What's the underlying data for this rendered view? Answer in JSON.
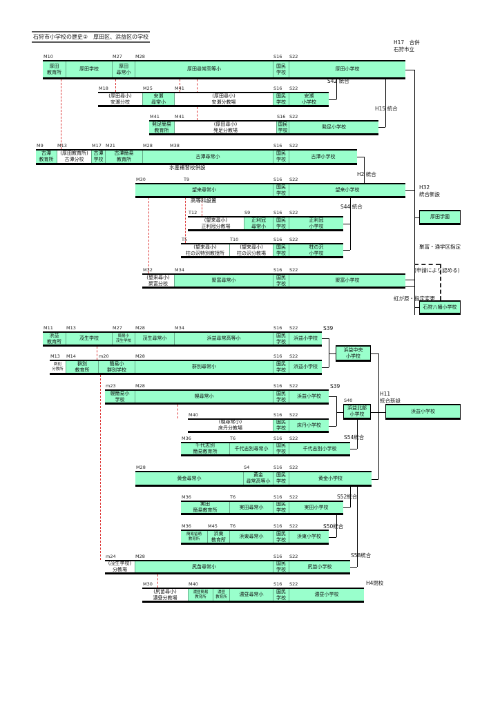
{
  "title": "石狩市小学校の歴史②　厚田区、浜益区の学校",
  "colors": {
    "fill": "#99FFCC",
    "line": "#000000",
    "branch_line": "#DD3333"
  },
  "rows": [
    {
      "id": "u1",
      "segs": [
        {
          "t": "厚田\n教育所",
          "e": "M10"
        },
        {
          "t": "厚田学校"
        },
        {
          "t": "厚田\n尋常小",
          "e": "M27"
        },
        {
          "t": "厚田尋常高等小",
          "e": "M28"
        },
        {
          "t": "国民\n学校",
          "e": "S16"
        },
        {
          "t": "厚田小学校",
          "e": "S22"
        }
      ]
    },
    {
      "id": "u2",
      "segs": [
        {
          "t": "(厚田尋小)\n安瀬分校",
          "e": "M18",
          "w": true
        },
        {
          "t": "安瀬\n尋常小",
          "e": "M25"
        },
        {
          "t": "(厚田尋小)\n安瀬分教場",
          "e": "M41",
          "w": true
        },
        {
          "t": "国民\n学校",
          "e": "S16"
        },
        {
          "t": "安瀬\n小学校",
          "e": "S22"
        }
      ]
    },
    {
      "id": "u3",
      "segs": [
        {
          "t": "発足簡易\n教育所",
          "e": "M41"
        },
        {
          "t": "(厚田尋小)\n発足分教場",
          "e": "M41",
          "w": true
        },
        {
          "t": "国民\n学校",
          "e": "S16"
        },
        {
          "t": "発足小学校",
          "e": "S22"
        }
      ]
    },
    {
      "id": "u4",
      "segs": [
        {
          "t": "古潭\n教育所",
          "e": "M9"
        },
        {
          "t": "(厚田教育所)\n古潭分校",
          "e": "M13",
          "w": true
        },
        {
          "t": "古潭\n学校",
          "e": "M17"
        },
        {
          "t": "古潭簡易\n教育所",
          "e": "M21"
        },
        {
          "t": "古潭尋常小",
          "e": "M28"
        },
        {
          "t": "国民\n学校",
          "e": "S16"
        },
        {
          "t": "古潭小学校",
          "e": "S22"
        }
      ],
      "tags": [
        "M38"
      ]
    },
    {
      "id": "u5",
      "segs": [
        {
          "t": "望来尋常小",
          "e": "M30"
        },
        {
          "t": "国民\n学校",
          "e": "S16"
        },
        {
          "t": "望来小学校",
          "e": "S22"
        }
      ],
      "tags": [
        "T9"
      ]
    },
    {
      "id": "u6",
      "segs": [
        {
          "t": "(望来尋小)\n正利冠分教場",
          "e": "T12",
          "w": true
        },
        {
          "t": "正利冠\n尋常小",
          "e": "S9"
        },
        {
          "t": "国民\n学校",
          "e": "S16"
        },
        {
          "t": "正利冠\n小学校",
          "e": "S22"
        }
      ]
    },
    {
      "id": "u7",
      "segs": [
        {
          "t": "(望来尋小)\n柱の沢特別教授所",
          "e": "T5",
          "w": true
        },
        {
          "t": "(望来尋小)\n柱の沢分教場",
          "e": "T10",
          "w": true
        },
        {
          "t": "国民\n学校",
          "e": "S16"
        },
        {
          "t": "柱の沢\n小学校",
          "e": "S22"
        }
      ]
    },
    {
      "id": "u8",
      "segs": [
        {
          "t": "(望来尋小)\n聚富分校",
          "e": "M32",
          "w": true
        },
        {
          "t": "聚富尋常小",
          "e": "M34"
        },
        {
          "t": "国民\n学校",
          "e": "S16"
        },
        {
          "t": "聚富小学校",
          "e": "S22"
        }
      ]
    },
    {
      "id": "l1",
      "segs": [
        {
          "t": "浜益\n教育所",
          "e": "M11"
        },
        {
          "t": "茂生学校",
          "e": "M13"
        },
        {
          "t": "簡易小\n茂生学校",
          "e": "M27",
          "s": true
        },
        {
          "t": "茂生尋常小",
          "e": "M28"
        },
        {
          "t": "浜益尋常高等小",
          "e": "M34"
        },
        {
          "t": "国民\n学校",
          "e": "S16"
        },
        {
          "t": "浜益小学校",
          "e": "S22"
        }
      ]
    },
    {
      "id": "l2",
      "segs": [
        {
          "t": "群別\n分教所",
          "e": "M13",
          "w": true,
          "s": true
        },
        {
          "t": "群別\n教育所",
          "e": "M14"
        },
        {
          "t": "簡易小\n群別学校",
          "e": "m20"
        },
        {
          "t": "群別尋常小",
          "e": "M28"
        },
        {
          "t": "国民\n学校",
          "e": "S16"
        },
        {
          "t": "浜益小学校",
          "e": "S22"
        }
      ]
    },
    {
      "id": "l3",
      "segs": [
        {
          "t": "幌簡易小\n学校",
          "e": "m23"
        },
        {
          "t": "幌尋常小",
          "e": "M28"
        },
        {
          "t": "国民\n学校",
          "e": "S16"
        },
        {
          "t": "浜益小学校",
          "e": "S22"
        }
      ]
    },
    {
      "id": "l4",
      "segs": [
        {
          "t": "(幌尋常小)\n床丹分教場",
          "e": "M40",
          "w": true
        },
        {
          "t": "国民\n学校",
          "e": "S16"
        },
        {
          "t": "床丹小学校",
          "e": "S22"
        }
      ]
    },
    {
      "id": "l5",
      "segs": [
        {
          "t": "千代志別\n簡易教育所",
          "e": "M36"
        },
        {
          "t": "千代志別尋常小",
          "e": "T6"
        },
        {
          "t": "国民\n学校",
          "e": "S16"
        },
        {
          "t": "千代志別小学校",
          "e": "S22"
        }
      ]
    },
    {
      "id": "l6",
      "segs": [
        {
          "t": "黄金尋常小",
          "e": "M28"
        },
        {
          "t": "黄金\n尋常高等小",
          "e": "S4"
        },
        {
          "t": "国民\n学校",
          "e": "S16"
        },
        {
          "t": "黄金小学校",
          "e": "S22"
        }
      ]
    },
    {
      "id": "l7",
      "segs": [
        {
          "t": "実田\n簡易教育所",
          "e": "M36"
        },
        {
          "t": "実田尋常小",
          "e": "T6"
        },
        {
          "t": "国民\n学校",
          "e": "S16"
        },
        {
          "t": "実田小学校",
          "e": "S22"
        }
      ]
    },
    {
      "id": "l8",
      "segs": [
        {
          "t": "簡易留萌\n教育所",
          "e": "M36",
          "s": true
        },
        {
          "t": "浜東\n教育所",
          "e": "M45"
        },
        {
          "t": "浜東尋常小",
          "e": "T6"
        },
        {
          "t": "国民\n学校",
          "e": "S16"
        },
        {
          "t": "浜東小学校",
          "e": "S22"
        }
      ]
    },
    {
      "id": "l9",
      "segs": [
        {
          "t": "(茂生学校)\n分教場",
          "e": "m24",
          "w": true
        },
        {
          "t": "尻苗尋常小",
          "e": "M28"
        },
        {
          "t": "国民\n学校",
          "e": "S16"
        },
        {
          "t": "尻苗小学校",
          "e": "S22"
        }
      ]
    },
    {
      "id": "l10",
      "segs": [
        {
          "t": "(尻苗尋小)\n濃昼分教場",
          "e": "M30",
          "w": true
        },
        {
          "t": "濃昼簡易\n教育所",
          "e": "M40",
          "s": true
        },
        {
          "t": "濃昼\n教育所",
          "s": true
        },
        {
          "t": "濃昼尋常小"
        },
        {
          "t": "国民\n学校",
          "e": "S16"
        },
        {
          "t": "濃昼小学校",
          "e": "S22"
        }
      ]
    }
  ],
  "boxes": [
    {
      "t": "厚田学園"
    },
    {
      "t": "石狩八幡小学校"
    },
    {
      "t": "浜益中央\n小学校"
    },
    {
      "t": "浜益北部\n小学校",
      "e": "S40"
    },
    {
      "t": "浜益小学校"
    }
  ],
  "notes": [
    "H17　合併\n石狩市立",
    "S42 統合",
    "H15 統合",
    "水産補習校併設",
    "H2 統合",
    "H32\n統合新設",
    "高等科設置",
    "S44 統合",
    "聚富・通学区指定",
    "(申請により認める)",
    "虹が原・指定変更",
    "S39",
    "S39",
    "H11\n統合新設",
    "S54統合",
    "S52統合",
    "S50統合",
    "S58統合",
    "H4閉校"
  ]
}
